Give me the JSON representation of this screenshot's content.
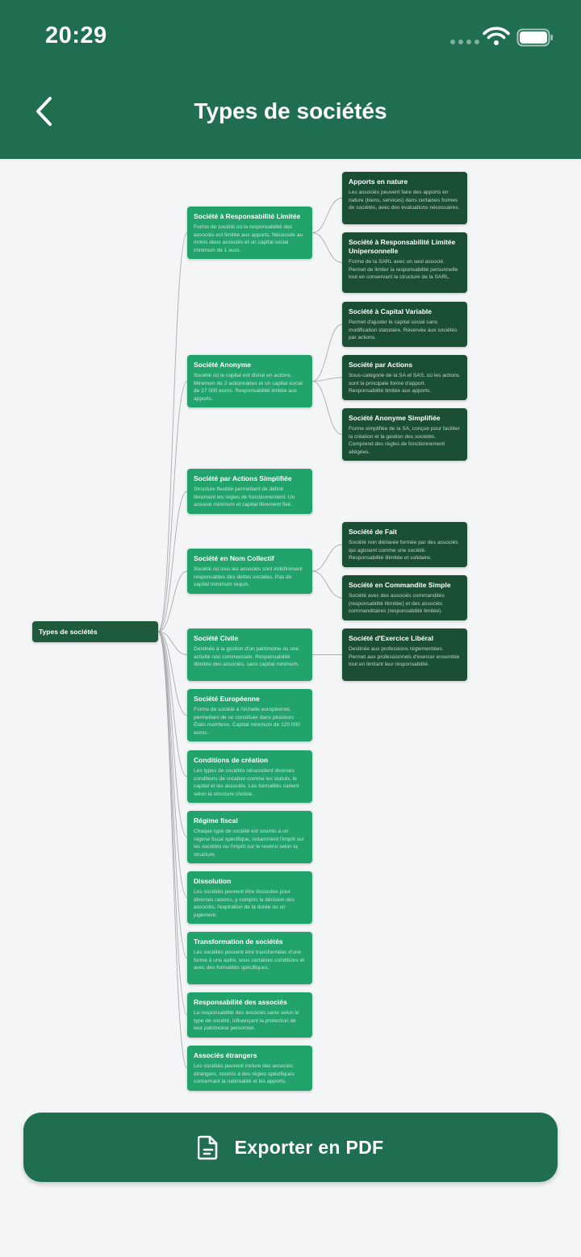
{
  "status_bar": {
    "time": "20:29"
  },
  "header": {
    "title": "Types de sociétés"
  },
  "mindmap": {
    "root": {
      "title": "Types de sociétés"
    },
    "branches": [
      {
        "title": "Société à Responsabilité Limitée",
        "desc": "Forme de société où la responsabilité des associés est limitée aux apports. Nécessite au moins deux associés et un capital social minimum de 1 euro.",
        "children": [
          {
            "title": "Apports en nature",
            "desc": "Les associés peuvent faire des apports en nature (biens, services) dans certaines formes de sociétés, avec des évaluations nécessaires."
          },
          {
            "title": "Société à Responsabilité Limitée Unipersonnelle",
            "desc": "Forme de la SARL avec un seul associé. Permet de limiter la responsabilité personnelle tout en conservant la structure de la SARL."
          }
        ]
      },
      {
        "title": "Société Anonyme",
        "desc": "Société où le capital est divisé en actions. Minimum de 2 actionnaires et un capital social de 37 000 euros. Responsabilité limitée aux apports.",
        "children": [
          {
            "title": "Société à Capital Variable",
            "desc": "Permet d'ajuster le capital social sans modification statutaire. Réservée aux sociétés par actions."
          },
          {
            "title": "Société par Actions",
            "desc": "Sous-catégorie de la SA et SAS, où les actions sont la principale forme d'apport. Responsabilité limitée aux apports."
          },
          {
            "title": "Société Anonyme Simplifiée",
            "desc": "Forme simplifiée de la SA, conçue pour faciliter la création et la gestion des sociétés. Comprend des règles de fonctionnement allégées."
          }
        ]
      },
      {
        "title": "Société par Actions Simplifiée",
        "desc": "Structure flexible permettant de définir librement les règles de fonctionnement. Un associé minimum et capital librement fixé.",
        "children": []
      },
      {
        "title": "Société en Nom Collectif",
        "desc": "Société où tous les associés sont indéfiniment responsables des dettes sociales. Pas de capital minimum requis.",
        "children": [
          {
            "title": "Société de Fait",
            "desc": "Société non déclarée formée par des associés qui agissent comme une société. Responsabilité illimitée et solidaire."
          },
          {
            "title": "Société en Commandite Simple",
            "desc": "Société avec des associés commandités (responsabilité illimitée) et des associés commanditaires (responsabilité limitée)."
          }
        ]
      },
      {
        "title": "Société Civile",
        "desc": "Destinée à la gestion d'un patrimoine ou une activité non commerciale. Responsabilité illimitée des associés, sans capital minimum.",
        "children": [
          {
            "title": "Société d'Exercice Libéral",
            "desc": "Destinée aux professions réglementées. Permet aux professionnels d'exercer ensemble tout en limitant leur responsabilité."
          }
        ]
      },
      {
        "title": "Société Européenne",
        "desc": "Forme de société à l'échelle européenne, permettant de se constituer dans plusieurs États membres. Capital minimum de 120 000 euros.",
        "children": []
      },
      {
        "title": "Conditions de création",
        "desc": "Les types de sociétés nécessitent diverses conditions de création comme les statuts, le capital et les associés. Les formalités varient selon la structure choisie.",
        "children": []
      },
      {
        "title": "Régime fiscal",
        "desc": "Chaque type de société est soumis à un régime fiscal spécifique, notamment l'impôt sur les sociétés ou l'impôt sur le revenu selon la structure.",
        "children": []
      },
      {
        "title": "Dissolution",
        "desc": "Les sociétés peuvent être dissoutes pour diverses raisons, y compris la décision des associés, l'expiration de la durée ou un jugement.",
        "children": []
      },
      {
        "title": "Transformation de sociétés",
        "desc": "Les sociétés peuvent être transformées d'une forme à une autre, sous certaines conditions et avec des formalités spécifiques.",
        "children": []
      },
      {
        "title": "Responsabilité des associés",
        "desc": "La responsabilité des associés varie selon le type de société, influençant la protection de leur patrimoine personnel.",
        "children": []
      },
      {
        "title": "Associés étrangers",
        "desc": "Les sociétés peuvent inclure des associés étrangers, soumis à des règles spécifiques concernant la nationalité et les apports.",
        "children": []
      }
    ]
  },
  "export": {
    "label": "Exporter en PDF"
  },
  "colors": {
    "header": "#1f6e4f",
    "level1": "#22a36c",
    "level2": "#1a4f34",
    "root": "#1e5b3c",
    "background": "#f3f5f6"
  }
}
